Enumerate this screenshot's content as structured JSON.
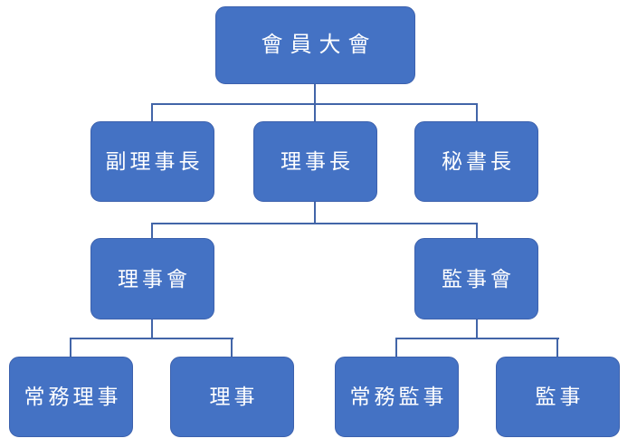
{
  "diagram": {
    "type": "org-chart",
    "nodes": {
      "general_assembly": "會員大會",
      "vice_chairman": "副理事長",
      "chairman": "理事長",
      "secretary_general": "秘書長",
      "board_of_directors": "理事會",
      "supervisory_board": "監事會",
      "standing_director": "常務理事",
      "director": "理事",
      "standing_supervisor": "常務監事",
      "supervisor": "監事"
    },
    "edges": [
      {
        "from": "會員大會",
        "to": "副理事長"
      },
      {
        "from": "會員大會",
        "to": "理事長"
      },
      {
        "from": "會員大會",
        "to": "秘書長"
      },
      {
        "from": "理事長",
        "to": "理事會"
      },
      {
        "from": "理事長",
        "to": "監事會"
      },
      {
        "from": "理事會",
        "to": "常務理事"
      },
      {
        "from": "理事會",
        "to": "理事"
      },
      {
        "from": "監事會",
        "to": "常務監事"
      },
      {
        "from": "監事會",
        "to": "監事"
      }
    ],
    "colors": {
      "box_fill": "#4472C4",
      "box_border": "#3C61AD",
      "connector": "#4265A8",
      "text": "#FFFFFF",
      "background": "#FFFFFF"
    }
  }
}
